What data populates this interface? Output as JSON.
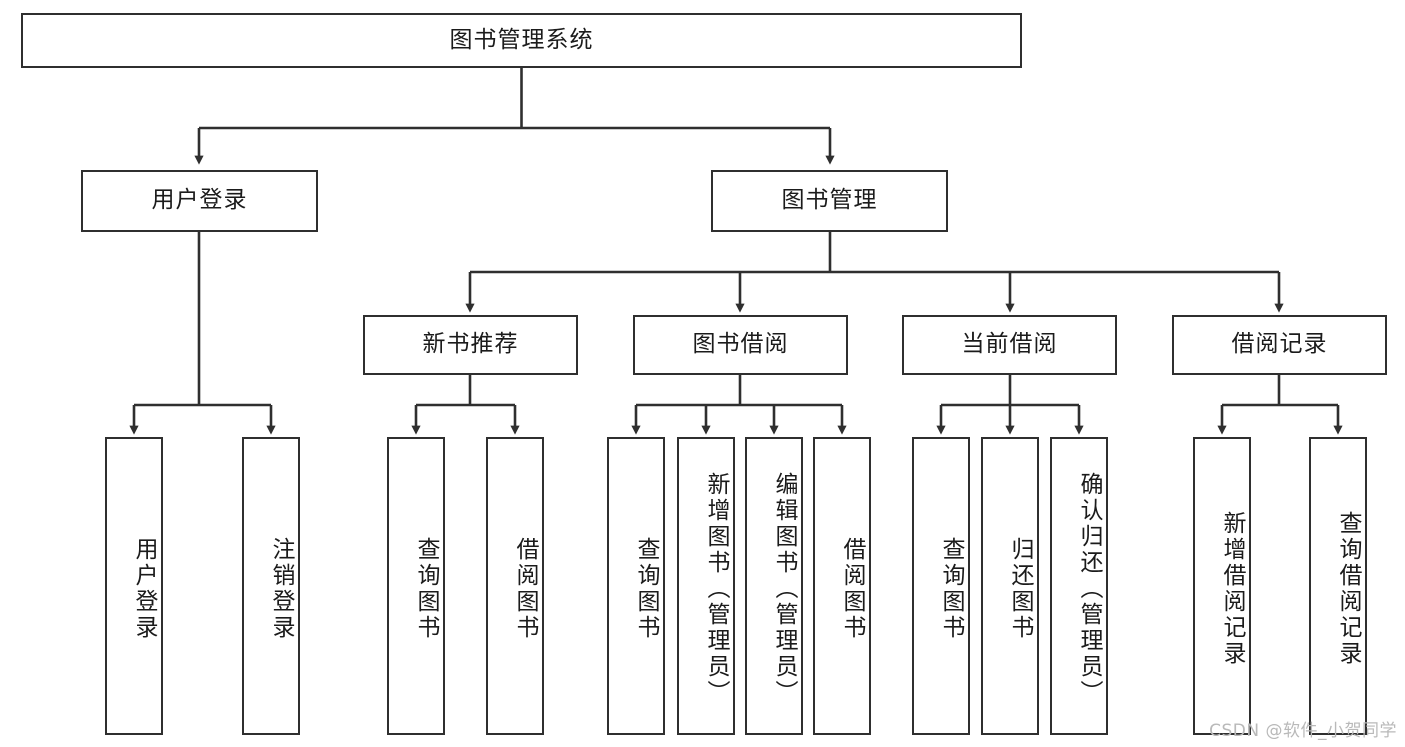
{
  "diagram": {
    "title": "图书管理系统",
    "type": "tree-hierarchy-chart",
    "watermark": "CSDN @软件_小贺同学",
    "colors": {
      "box_border": "#2f2f2f",
      "box_fill": "#ffffff",
      "connector": "#2f2f2f",
      "text": "#1b1b1b",
      "watermark": "#b9b9b9",
      "background": "#ffffff"
    },
    "root": {
      "id": "root",
      "label": "图书管理系统"
    },
    "level2": [
      {
        "id": "user-login",
        "label": "用户登录"
      },
      {
        "id": "book-manage",
        "label": "图书管理"
      }
    ],
    "level3": [
      {
        "id": "new-book-rec",
        "label": "新书推荐"
      },
      {
        "id": "book-borrow",
        "label": "图书借阅"
      },
      {
        "id": "current-borrow",
        "label": "当前借阅"
      },
      {
        "id": "borrow-record",
        "label": "借阅记录"
      }
    ],
    "leaves": {
      "user_login": [
        {
          "id": "leaf-user-login",
          "label": "用户登录"
        },
        {
          "id": "leaf-user-logout",
          "label": "注销登录"
        }
      ],
      "new_book_rec": [
        {
          "id": "leaf-query-book-1",
          "label": "查询图书"
        },
        {
          "id": "leaf-borrow-book-1",
          "label": "借阅图书"
        }
      ],
      "book_borrow": [
        {
          "id": "leaf-query-book-2",
          "label": "查询图书"
        },
        {
          "id": "leaf-add-book",
          "label": "新增图书（管理员）"
        },
        {
          "id": "leaf-edit-book",
          "label": "编辑图书（管理员）"
        },
        {
          "id": "leaf-borrow-book-2",
          "label": "借阅图书"
        }
      ],
      "current_borrow": [
        {
          "id": "leaf-query-book-3",
          "label": "查询图书"
        },
        {
          "id": "leaf-return-book",
          "label": "归还图书"
        },
        {
          "id": "leaf-confirm-return",
          "label": "确认归还（管理员）"
        }
      ],
      "borrow_record": [
        {
          "id": "leaf-add-record",
          "label": "新增借阅记录"
        },
        {
          "id": "leaf-query-record",
          "label": "查询借阅记录"
        }
      ]
    }
  }
}
